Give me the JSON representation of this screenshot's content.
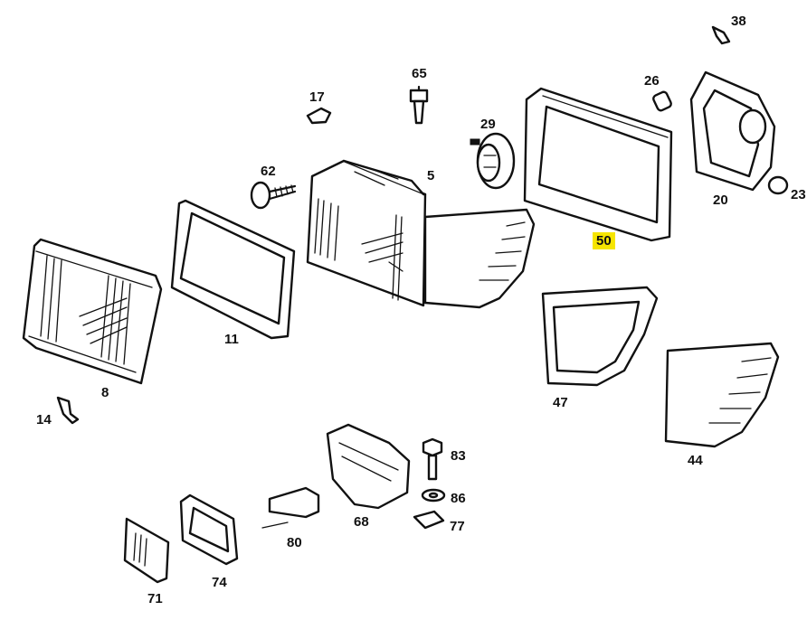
{
  "parts": [
    {
      "id": "p38",
      "label": "38"
    },
    {
      "id": "p65",
      "label": "65"
    },
    {
      "id": "p17",
      "label": "17"
    },
    {
      "id": "p26",
      "label": "26"
    },
    {
      "id": "p29",
      "label": "29"
    },
    {
      "id": "p62",
      "label": "62"
    },
    {
      "id": "p5",
      "label": "5"
    },
    {
      "id": "p20",
      "label": "20"
    },
    {
      "id": "p23",
      "label": "23"
    },
    {
      "id": "p50",
      "label": "50",
      "highlighted": true
    },
    {
      "id": "p11",
      "label": "11"
    },
    {
      "id": "p8",
      "label": "8"
    },
    {
      "id": "p47",
      "label": "47"
    },
    {
      "id": "p14",
      "label": "14"
    },
    {
      "id": "p44",
      "label": "44"
    },
    {
      "id": "p83",
      "label": "83"
    },
    {
      "id": "p86",
      "label": "86"
    },
    {
      "id": "p77",
      "label": "77"
    },
    {
      "id": "p68",
      "label": "68"
    },
    {
      "id": "p80",
      "label": "80"
    },
    {
      "id": "p74",
      "label": "74"
    },
    {
      "id": "p71",
      "label": "71"
    }
  ],
  "colors": {
    "highlight": "#f6e500",
    "line": "#111111",
    "background": "#ffffff"
  }
}
